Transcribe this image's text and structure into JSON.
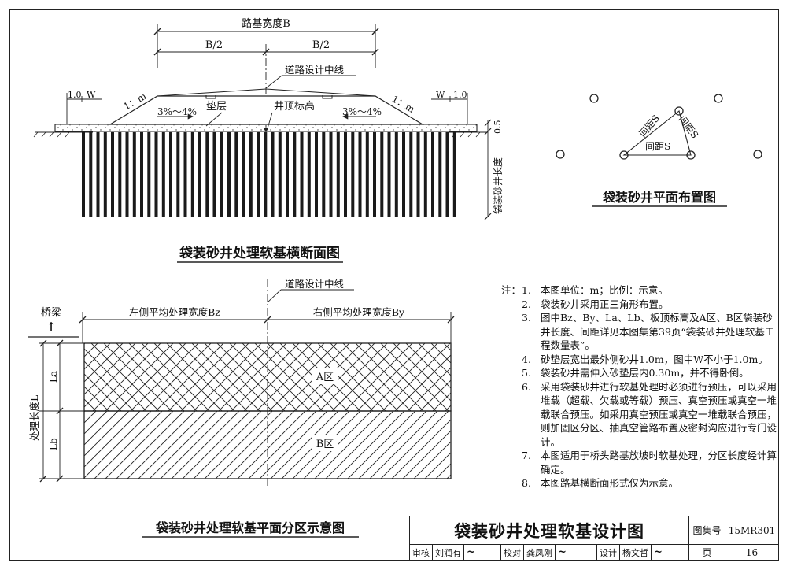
{
  "section": {
    "dim_total": "路基宽度B",
    "dim_half_left": "B/2",
    "dim_half_right": "B/2",
    "centerline": "道路设计中线",
    "left_edge": "1.0",
    "left_w": "W",
    "right_w": "W",
    "right_edge": "1.0",
    "slope_left": "1：m",
    "slope_right": "1：m",
    "grade_left": "3%～4%",
    "grade_right": "3%～4%",
    "cushion": "垫层",
    "well_top": "井顶标高",
    "thickness": "0.5",
    "well_length": "袋装砂井长度",
    "title": "袋装砂井处理软基横断面图"
  },
  "layout_plan": {
    "spacing_left": "间距S",
    "spacing_right": "间距S",
    "spacing_bottom": "间距S",
    "title": "袋装砂井平面布置图"
  },
  "zoning": {
    "centerline": "道路设计中线",
    "bridge": "桥梁",
    "arrow": "↑",
    "left_width": "左侧平均处理宽度Bz",
    "right_width": "右侧平均处理宽度By",
    "length": "处理长度L",
    "la": "La",
    "lb": "Lb",
    "zone_a": "A区",
    "zone_b": "B区",
    "title": "袋装砂井处理软基平面分区示意图"
  },
  "notes": {
    "lead": "注：",
    "items": [
      {
        "num": "1.",
        "text": "本图单位：m；比例：示意。"
      },
      {
        "num": "2.",
        "text": "袋装砂井采用正三角形布置。"
      },
      {
        "num": "3.",
        "text": "图中Bz、By、La、Lb、板顶标高及A区、B区袋装砂井长度、间距详见本图集第39页“袋装砂井处理软基工程数量表”。"
      },
      {
        "num": "4.",
        "text": "砂垫层宽出最外侧砂井1.0m，图中W不小于1.0m。"
      },
      {
        "num": "5.",
        "text": "袋装砂井需伸入砂垫层内0.30m，并不得卧倒。"
      },
      {
        "num": "6.",
        "text": "采用袋装砂井进行软基处理时必须进行预压，可以采用堆载（超载、欠载或等载）预压、真空预压或真空一堆载联合预压。如采用真空预压或真空一堆载联合预压，则加固区分区、抽真空管路布置及密封沟应进行专门设计。"
      },
      {
        "num": "7.",
        "text": "本图适用于桥头路基放坡时软基处理，分区长度经计算确定。"
      },
      {
        "num": "8.",
        "text": "本图路基横断面形式仅为示意。"
      }
    ]
  },
  "titleblock": {
    "title": "袋装砂井处理软基设计图",
    "atlas_label": "图集号",
    "atlas_no": "15MR301",
    "page_label": "页",
    "page_no": "16",
    "review_label": "审核",
    "reviewer": "刘润有",
    "check_label": "校对",
    "checker": "龚凤刚",
    "design_label": "设计",
    "designer": "杨文哲"
  }
}
